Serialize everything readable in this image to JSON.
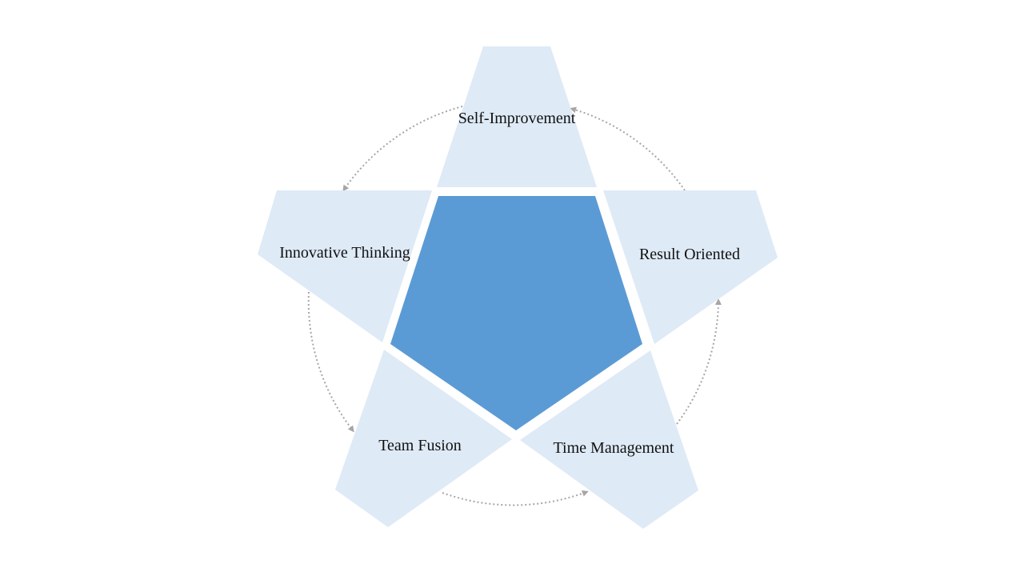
{
  "diagram": {
    "colors": {
      "center": "#5B9BD5",
      "petal": "#DEEAF6",
      "arrow": "#A6A6A6",
      "text": "#111111",
      "background": "#FFFFFF"
    },
    "nodes": [
      {
        "label": "Self-Improvement"
      },
      {
        "label": "Result Oriented"
      },
      {
        "label": "Time Management"
      },
      {
        "label": "Team Fusion"
      },
      {
        "label": "Innovative Thinking"
      }
    ]
  }
}
